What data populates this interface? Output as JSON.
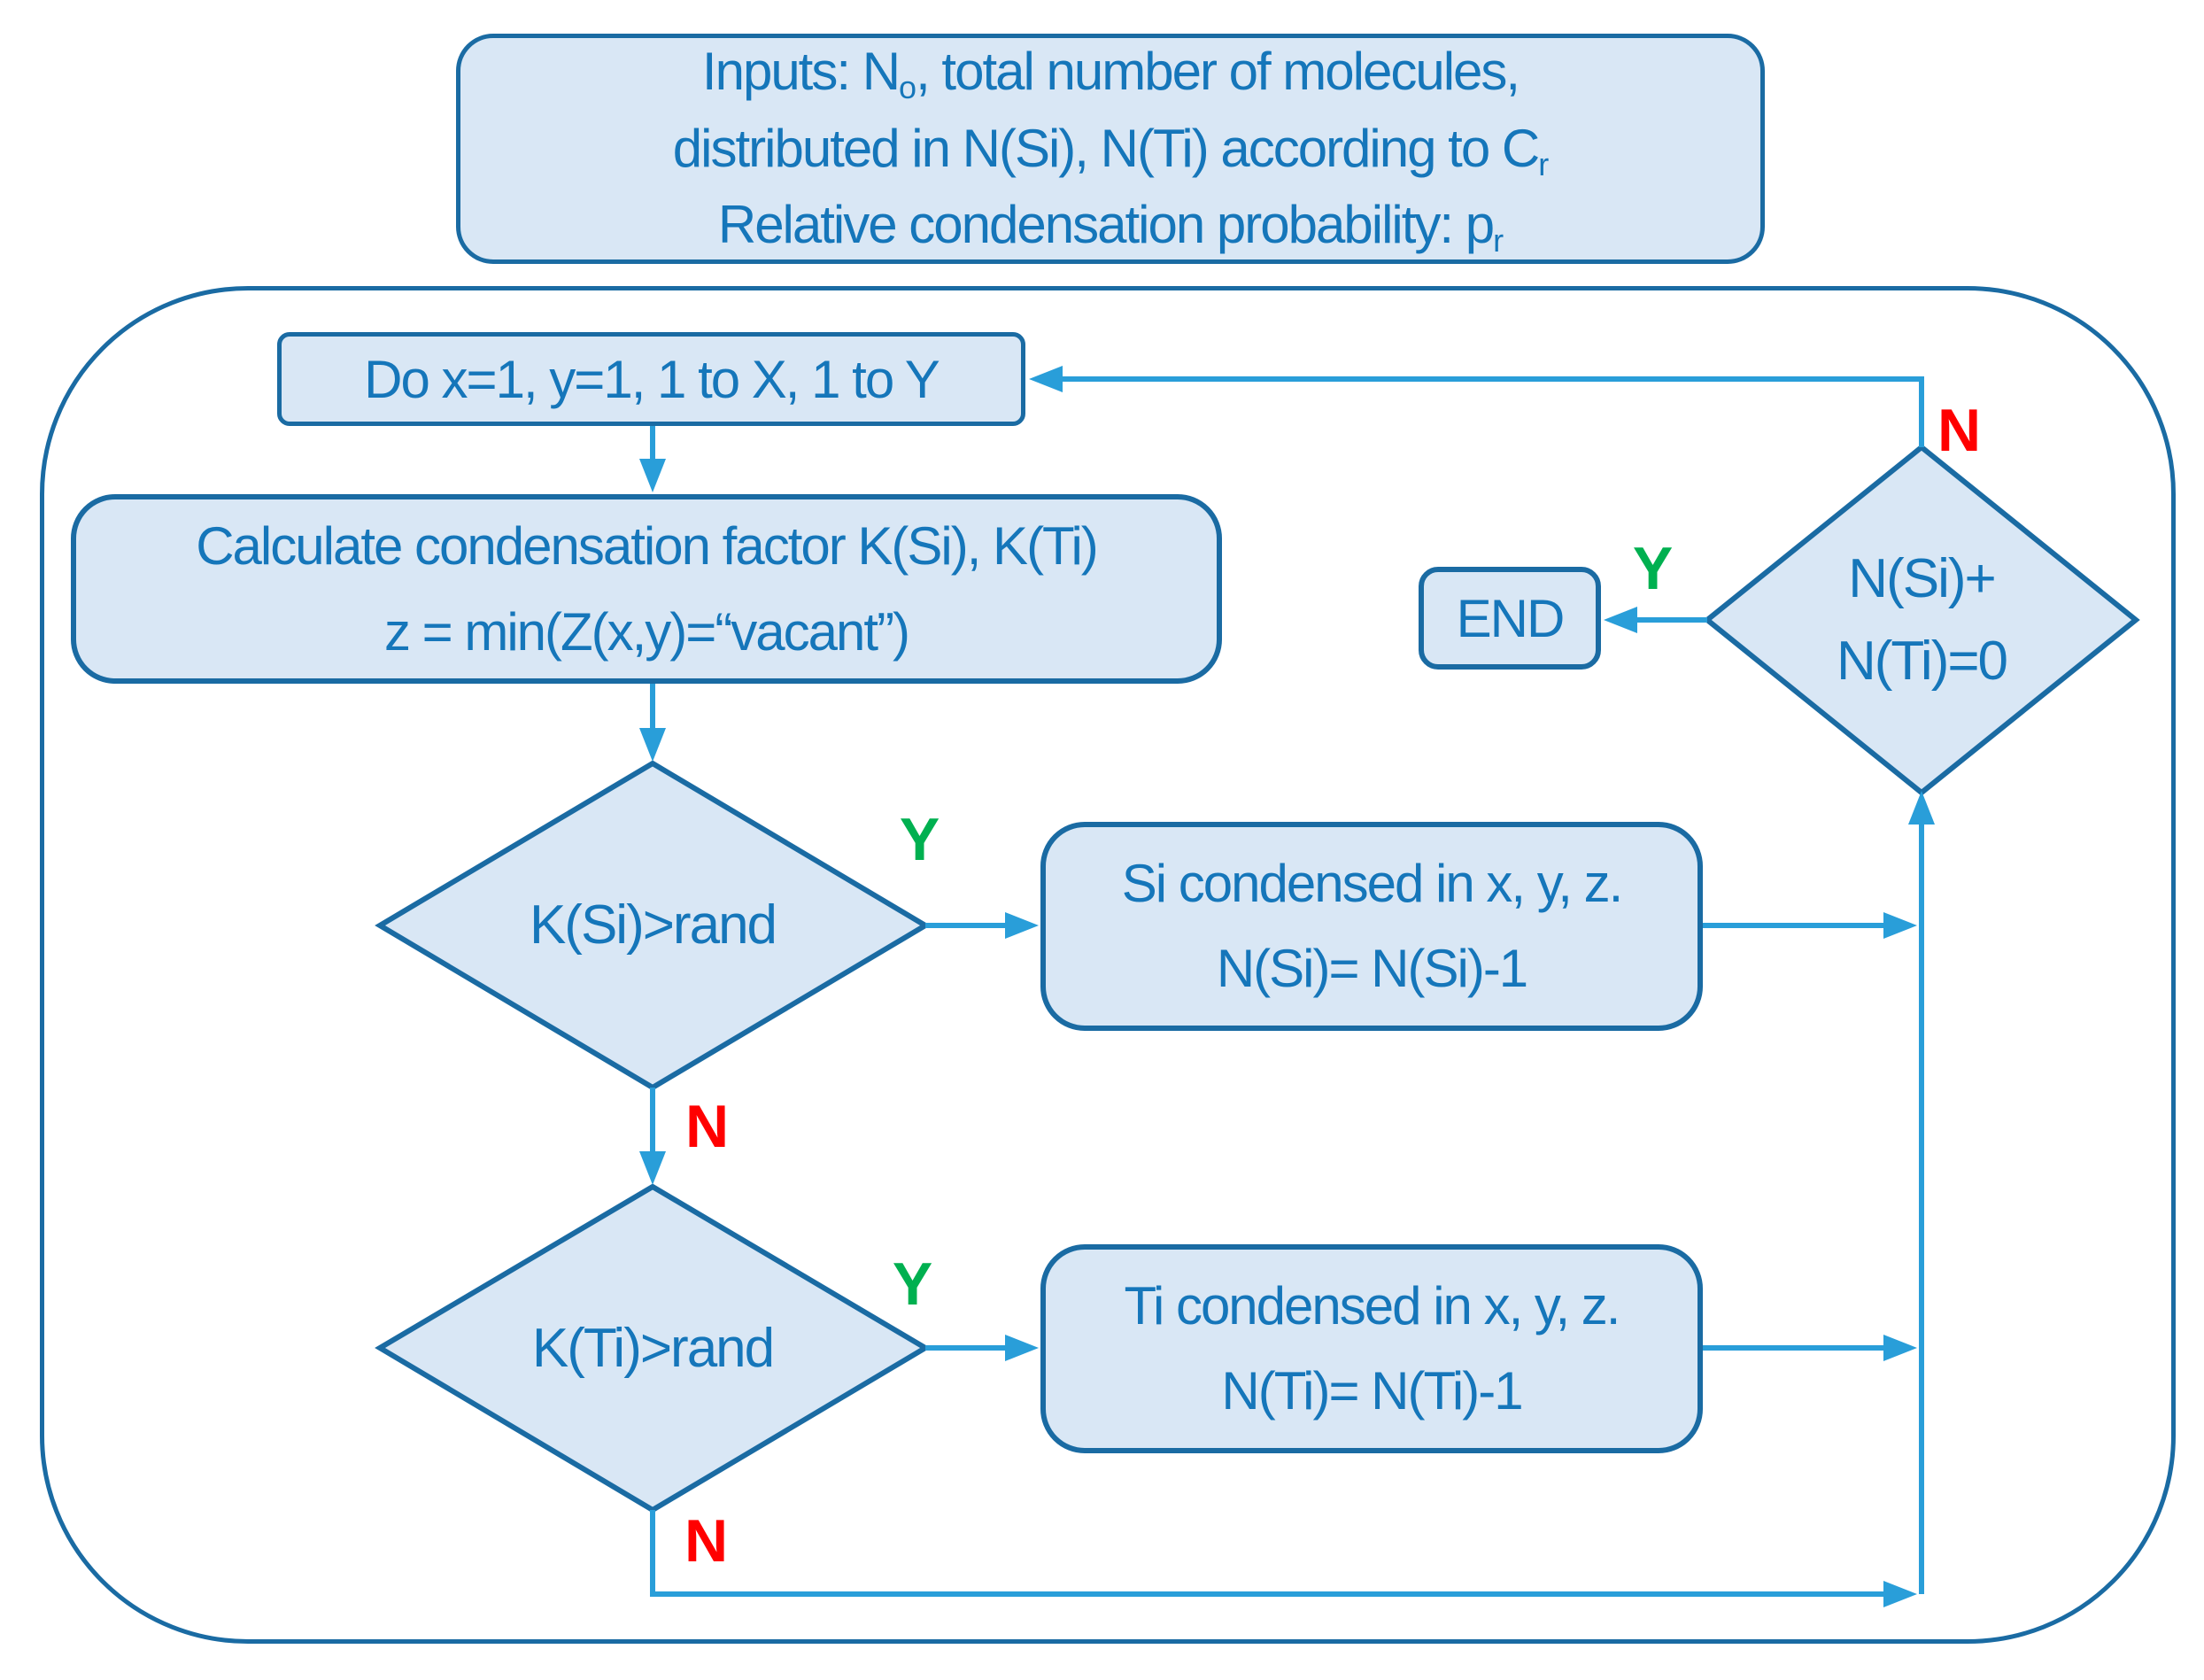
{
  "colors": {
    "shape_fill": "#d9e7f5",
    "shape_border": "#1a6ba3",
    "text_blue": "#1576ba",
    "arrow_blue": "#299ed9",
    "yes_green": "#00b050",
    "no_red": "#ff0000"
  },
  "inputs_box": {
    "line1": {
      "pre": "Inputs: N",
      "sub": "o",
      "post": ", total number of molecules,"
    },
    "line2": {
      "pre": "distributed in N(Si), N(Ti) according to C",
      "sub": "r",
      "post": ""
    },
    "line3": {
      "pre": "Relative condensation probability: p",
      "sub": "r",
      "post": ""
    }
  },
  "loop_box": {
    "label": "Do x=1, y=1, 1 to X, 1 to Y"
  },
  "calc_box": {
    "line1": "Calculate condensation factor K(Si), K(Ti)",
    "line2": "z = min(Z(x,y)=“vacant”)"
  },
  "decision_si": {
    "label": "K(Si)>rand",
    "yes": "Y",
    "no": "N"
  },
  "process_si": {
    "line1": "Si condensed in x, y, z.",
    "line2": "N(Si)= N(Si)-1"
  },
  "decision_ti": {
    "label": "K(Ti)>rand",
    "yes": "Y",
    "no": "N"
  },
  "process_ti": {
    "line1": "Ti condensed in x, y, z.",
    "line2": "N(Ti)= N(Ti)-1"
  },
  "decision_end": {
    "line1": "N(Si)+",
    "line2": "N(Ti)=0",
    "yes": "Y",
    "no": "N"
  },
  "end_box": {
    "label": "END"
  }
}
